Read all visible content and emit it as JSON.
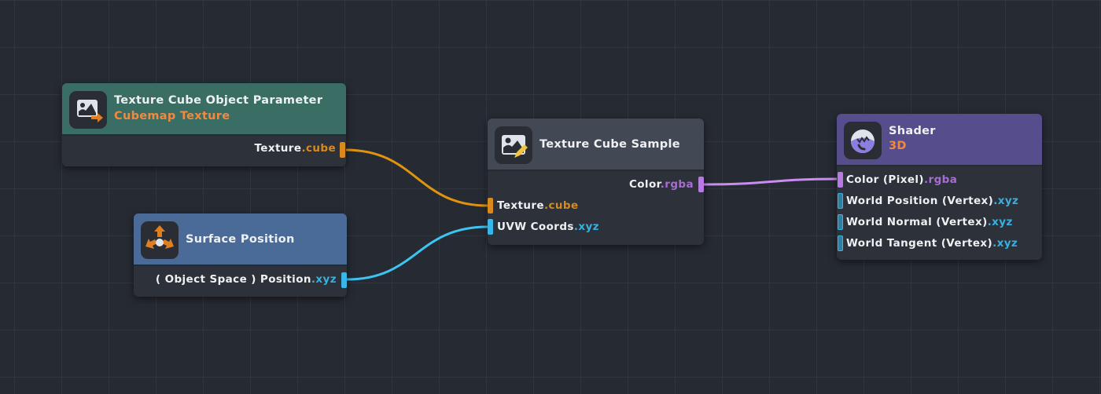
{
  "colors": {
    "cube": "#d98a1e",
    "xyz": "#38b6e8",
    "rgba": "#b77ae0"
  },
  "nodes": {
    "param": {
      "title": "Texture Cube Object Parameter",
      "subtitle": "Cubemap Texture",
      "icon": "image-export-icon",
      "outputs": [
        {
          "name": "Texture",
          "type": ".cube"
        }
      ]
    },
    "surface": {
      "title": "Surface Position",
      "icon": "move-arrows-icon",
      "outputs": [
        {
          "name": "( Object Space ) Position",
          "type": ".xyz"
        }
      ]
    },
    "sample": {
      "title": "Texture Cube Sample",
      "icon": "image-edit-icon",
      "outputs": [
        {
          "name": "Color",
          "type": ".rgba"
        }
      ],
      "inputs": [
        {
          "name": "Texture",
          "type": ".cube"
        },
        {
          "name": "UVW Coords",
          "type": ".xyz"
        }
      ]
    },
    "shader": {
      "title": "Shader",
      "subtitle": "3D",
      "icon": "shader-sphere-icon",
      "inputs": [
        {
          "name": "Color (Pixel)",
          "type": ".rgba"
        },
        {
          "name": "World Position (Vertex)",
          "type": ".xyz"
        },
        {
          "name": "World Normal (Vertex)",
          "type": ".xyz"
        },
        {
          "name": "World Tangent (Vertex)",
          "type": ".xyz"
        }
      ]
    }
  }
}
